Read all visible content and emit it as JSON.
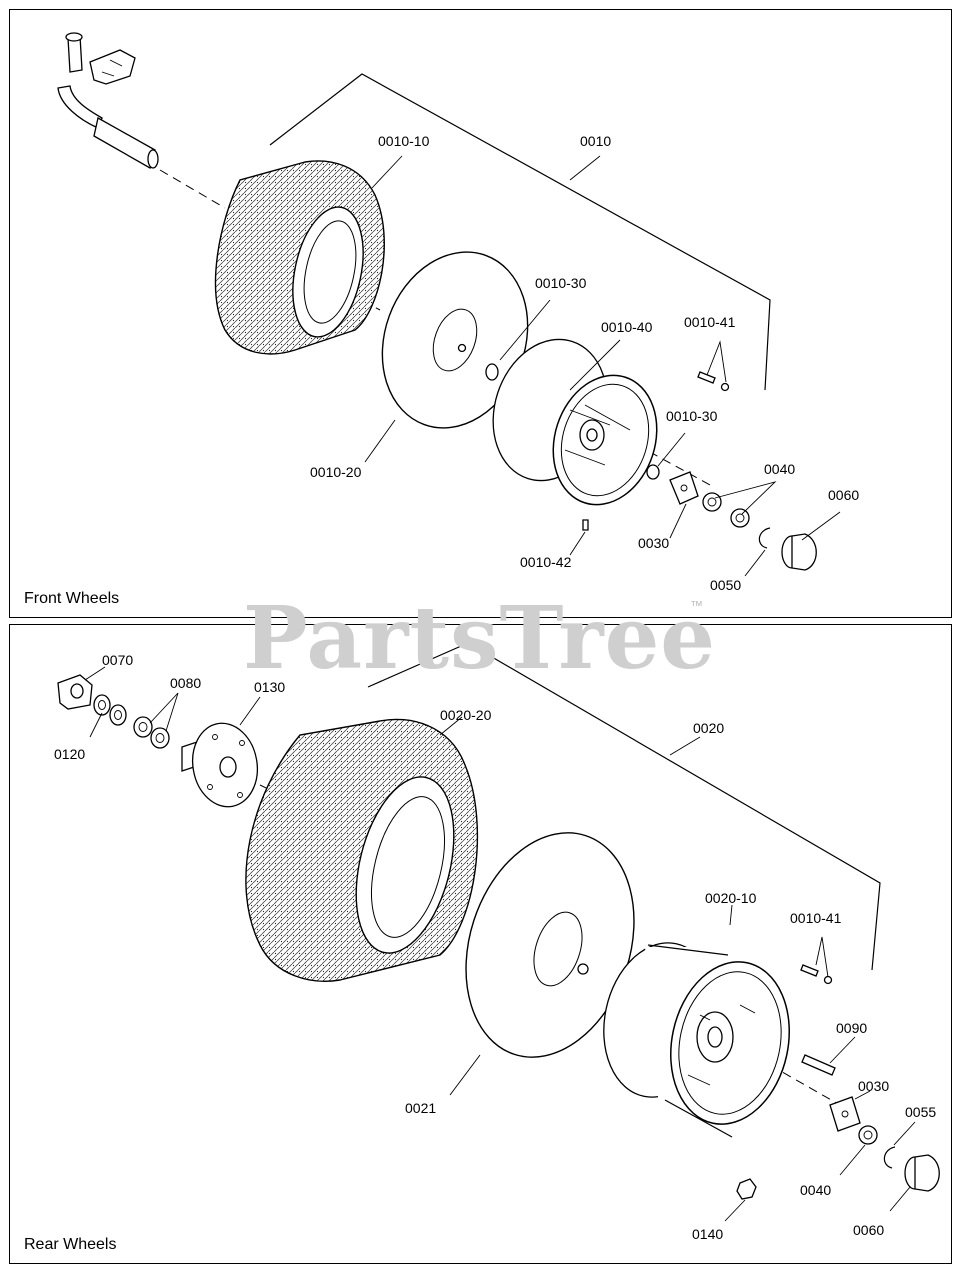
{
  "panels": {
    "front": {
      "title": "Front Wheels"
    },
    "rear": {
      "title": "Rear Wheels"
    }
  },
  "watermark": {
    "text": "PartsTree",
    "trademark": "™"
  },
  "front_callouts": [
    {
      "id": "f-0010-10",
      "label": "0010-10"
    },
    {
      "id": "f-0010",
      "label": "0010"
    },
    {
      "id": "f-0010-30-a",
      "label": "0010-30"
    },
    {
      "id": "f-0010-40",
      "label": "0010-40"
    },
    {
      "id": "f-0010-41",
      "label": "0010-41"
    },
    {
      "id": "f-0010-30-b",
      "label": "0010-30"
    },
    {
      "id": "f-0010-20",
      "label": "0010-20"
    },
    {
      "id": "f-0040",
      "label": "0040"
    },
    {
      "id": "f-0060",
      "label": "0060"
    },
    {
      "id": "f-0030",
      "label": "0030"
    },
    {
      "id": "f-0010-42",
      "label": "0010-42"
    },
    {
      "id": "f-0050",
      "label": "0050"
    }
  ],
  "rear_callouts": [
    {
      "id": "r-0070",
      "label": "0070"
    },
    {
      "id": "r-0080",
      "label": "0080"
    },
    {
      "id": "r-0130",
      "label": "0130"
    },
    {
      "id": "r-0120",
      "label": "0120"
    },
    {
      "id": "r-0020-20",
      "label": "0020-20"
    },
    {
      "id": "r-0020",
      "label": "0020"
    },
    {
      "id": "r-0020-10",
      "label": "0020-10"
    },
    {
      "id": "r-0010-41",
      "label": "0010-41"
    },
    {
      "id": "r-0090",
      "label": "0090"
    },
    {
      "id": "r-0021",
      "label": "0021"
    },
    {
      "id": "r-0030",
      "label": "0030"
    },
    {
      "id": "r-0055",
      "label": "0055"
    },
    {
      "id": "r-0040",
      "label": "0040"
    },
    {
      "id": "r-0060",
      "label": "0060"
    },
    {
      "id": "r-0140",
      "label": "0140"
    }
  ]
}
